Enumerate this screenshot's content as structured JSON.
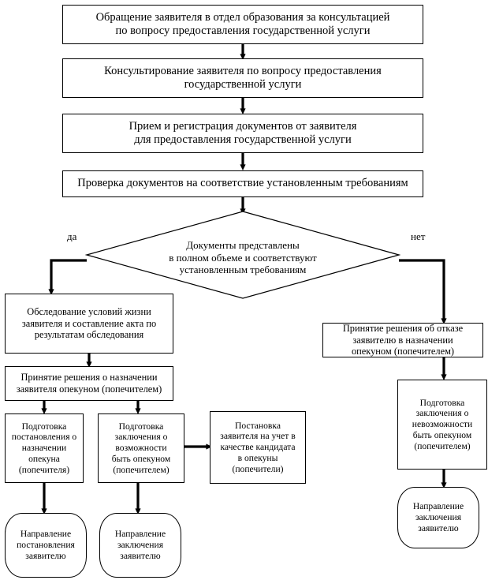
{
  "diagram": {
    "title": "Блок-схема предоставления государственной услуги по опеке и попечительству",
    "language": "ru",
    "background_color": "#ffffff",
    "line_color": "#000000",
    "text_color": "#000000",
    "nodes": {
      "n1": {
        "shape": "rectangle",
        "line1": "Обращение заявителя  в отдел образования за консультацией",
        "line2": "по вопросу предоставления государственной услуги"
      },
      "n2": {
        "shape": "rectangle",
        "line1": "Консультирование заявителя по вопросу предоставления",
        "line2": "государственной услуги"
      },
      "n3": {
        "shape": "rectangle",
        "line1": "Прием и регистрация документов от заявителя",
        "line2": "для предоставления государственной услуги"
      },
      "n4": {
        "shape": "rectangle",
        "line1": "Проверка документов  на соответствие  установленным требованиям"
      },
      "decision": {
        "shape": "diamond",
        "line1": "Документы представлены",
        "line2": "в полном объеме и соответствуют",
        "line3": "установленным требованиям",
        "branch_yes": "да",
        "branch_no": "нет"
      },
      "left1": {
        "shape": "rectangle",
        "line1": "Обследование условий жизни",
        "line2": "заявителя и составление акта по",
        "line3": "результатам обследования"
      },
      "left2": {
        "shape": "rectangle",
        "line1": "Принятие решения о  назначении",
        "line2": "заявителя опекуном (попечителем)"
      },
      "left3a": {
        "shape": "rectangle",
        "line1": "Подготовка",
        "line2": "постановления о",
        "line3": "назначении",
        "line4": "опекуна",
        "line5": "(попечителя)"
      },
      "left3b": {
        "shape": "rectangle",
        "line1": "Подготовка",
        "line2": "заключения о",
        "line3": "возможности",
        "line4": "быть опекуном",
        "line5": "(попечителем)"
      },
      "left3c": {
        "shape": "rectangle",
        "line1": "Постановка",
        "line2": "заявителя  на учет в",
        "line3": "качестве кандидата",
        "line4": "в опекуны",
        "line5": "(попечители)"
      },
      "left4a": {
        "shape": "rounded-rectangle",
        "line1": "Направление",
        "line2": "постановления",
        "line3": "заявителю"
      },
      "left4b": {
        "shape": "rounded-rectangle",
        "line1": "Направление",
        "line2": "заключения",
        "line3": "заявителю"
      },
      "right1": {
        "shape": "rectangle",
        "line1": "Принятие решения  об отказе",
        "line2": "заявителю  в назначении",
        "line3": "опекуном (попечителем)"
      },
      "right2": {
        "shape": "rectangle",
        "line1": "Подготовка",
        "line2": "заключения о",
        "line3": "невозможности",
        "line4": "быть опекуном",
        "line5": "(попечителем)"
      },
      "right3": {
        "shape": "rounded-rectangle",
        "line1": "Направление",
        "line2": "заключения",
        "line3": "заявителю"
      }
    }
  }
}
